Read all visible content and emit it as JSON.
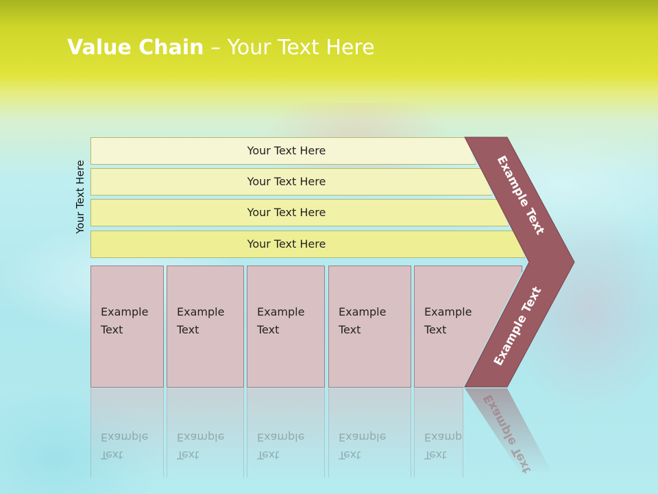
{
  "slide": {
    "title_bold": "Value Chain",
    "title_rest": " – Your Text Here",
    "side_label": "Your Text Here"
  },
  "bars": [
    {
      "label": "Your Text Here"
    },
    {
      "label": "Your Text Here"
    },
    {
      "label": "Your Text Here"
    },
    {
      "label": "Your Text Here"
    }
  ],
  "boxes": [
    {
      "line1": "Example",
      "line2": "Text"
    },
    {
      "line1": "Example",
      "line2": "Text"
    },
    {
      "line1": "Example",
      "line2": "Text"
    },
    {
      "line1": "Example",
      "line2": "Text"
    },
    {
      "line1": "Example",
      "line2": "Text"
    }
  ],
  "chevron": {
    "upper_label": "Example Text",
    "lower_label": "Example Text",
    "color": "#9b5b62"
  },
  "colors": {
    "bar_fill": "#f1f1a6",
    "box_fill": "#d9c0c3",
    "title_band": "#dfe23a"
  }
}
